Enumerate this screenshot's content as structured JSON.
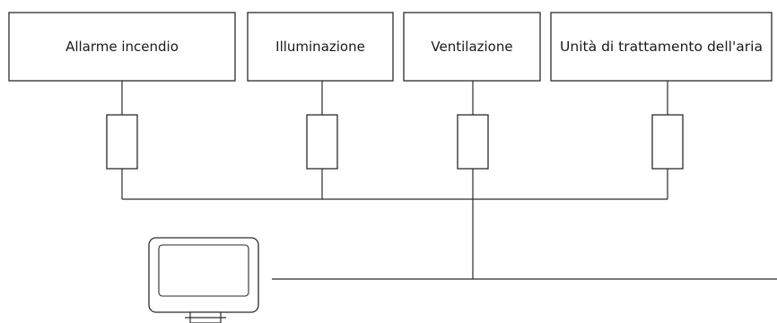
{
  "systems": [
    {
      "label": "Allarme incendio"
    },
    {
      "label": "Illuminazione"
    },
    {
      "label": "Ventilazione"
    },
    {
      "label": "Unità di trattamento dell'aria"
    }
  ],
  "components": {
    "controllers": [
      "controller",
      "controller",
      "controller",
      "controller"
    ],
    "workstation": "monitor"
  }
}
